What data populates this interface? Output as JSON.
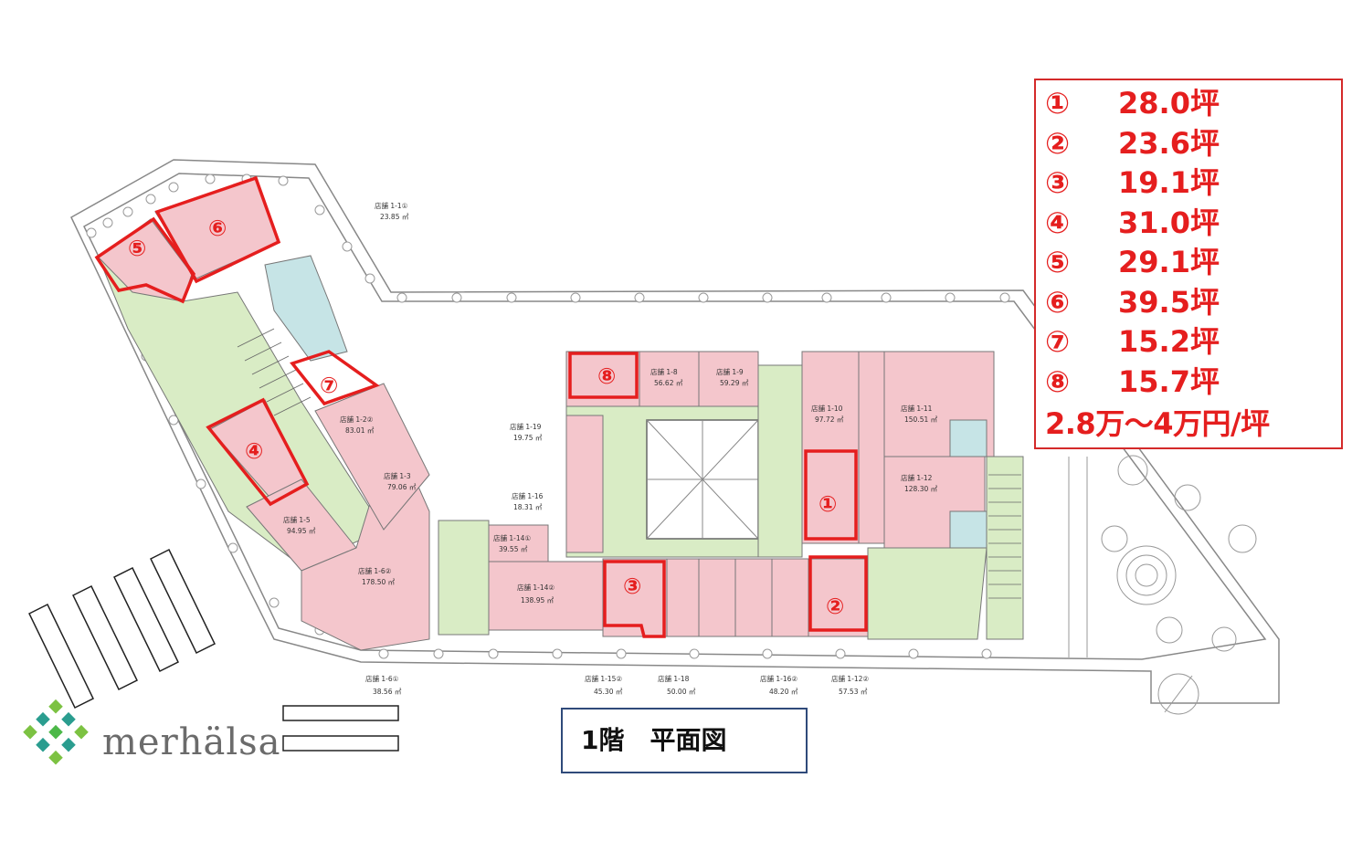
{
  "diagram": {
    "title": "1階　平面図",
    "brand": "merhälsa",
    "legend": [
      {
        "no": "①",
        "area": "28.0坪"
      },
      {
        "no": "②",
        "area": "23.6坪"
      },
      {
        "no": "③",
        "area": "19.1坪"
      },
      {
        "no": "④",
        "area": "31.0坪"
      },
      {
        "no": "⑤",
        "area": "29.1坪"
      },
      {
        "no": "⑥",
        "area": "39.5坪"
      },
      {
        "no": "⑦",
        "area": "15.2坪"
      },
      {
        "no": "⑧",
        "area": "15.7坪"
      }
    ],
    "price": "2.8万～4万円/坪",
    "colors": {
      "highlight": "#e51e1e",
      "shop_fill": "#f4c6cc",
      "common_fill": "#d9ecc5",
      "service_fill": "#c6e4e6",
      "title_border": "#2f4a7a"
    },
    "markers": [
      "①",
      "②",
      "③",
      "④",
      "⑤",
      "⑥",
      "⑦",
      "⑧"
    ],
    "shop_labels": [
      {
        "name": "店舗 1-1①",
        "area": "23.85 ㎡"
      },
      {
        "name": "店舗 1-2②",
        "area": "83.01 ㎡"
      },
      {
        "name": "店舗 1-3",
        "area": "79.06 ㎡"
      },
      {
        "name": "店舗 1-5",
        "area": "94.95 ㎡"
      },
      {
        "name": "店舗 1-6②",
        "area": "178.50 ㎡"
      },
      {
        "name": "店舗 1-8",
        "area": "56.62 ㎡"
      },
      {
        "name": "店舗 1-9",
        "area": "59.29 ㎡"
      },
      {
        "name": "店舗 1-10",
        "area": "97.72 ㎡"
      },
      {
        "name": "店舗 1-11",
        "area": "150.51 ㎡"
      },
      {
        "name": "店舗 1-12",
        "area": "128.30 ㎡"
      },
      {
        "name": "店舗 1-14①",
        "area": "39.55 ㎡"
      },
      {
        "name": "店舗 1-14②",
        "area": "138.95 ㎡"
      },
      {
        "name": "店舗 1-16",
        "area": "18.31 ㎡"
      },
      {
        "name": "店舗 1-19",
        "area": "19.75 ㎡"
      },
      {
        "name": "店舗 1-6①",
        "area": "38.56 ㎡"
      },
      {
        "name": "店舗 1-15②",
        "area": "45.30 ㎡"
      },
      {
        "name": "店舗 1-18",
        "area": "50.00 ㎡"
      },
      {
        "name": "店舗 1-16②",
        "area": "48.20 ㎡"
      },
      {
        "name": "店舗 1-12②",
        "area": "57.53 ㎡"
      }
    ]
  }
}
